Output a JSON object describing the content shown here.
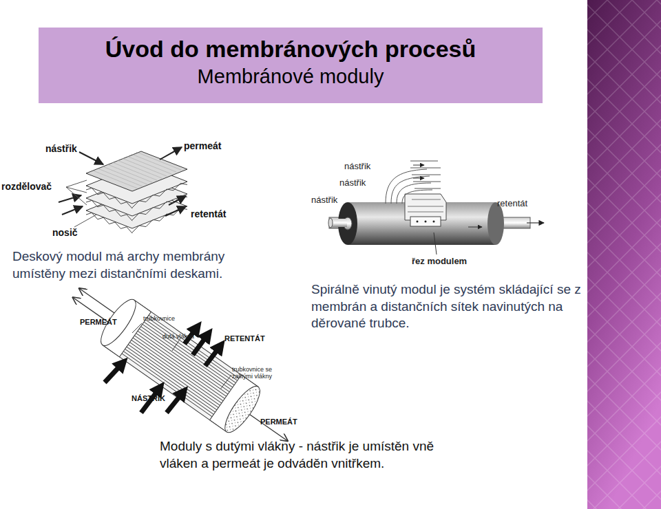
{
  "diagram": {
    "nodes": [
      {
        "text": [
          "Úvod do membránových procesů",
          "Membránové moduly"
        ]
      }
    ],
    "labels": [
      "nástřik",
      "permeát",
      "rozdělovač",
      "retentát",
      "nosič",
      "Deskový modul má archy membrány umístěny mezi distančními deskami.",
      "nástřik",
      "nástřik",
      "nástřik",
      "retentát",
      "řez modulem",
      "Spirálně vinutý modul je systém skládající se z membrán a distančních sítek navinutých na děrované trubce.",
      "PERMEÁT",
      "trubkovnice",
      "dutá vlákna",
      "RETENTÁT",
      "trubkovnice se zalitými vlákny",
      "NÁSTŘIK",
      "PERMEÁT",
      "Moduly s dutými vlákny - nástřik je umístěn vně vláken a permeát je odváděn vnitřkem."
    ]
  }
}
